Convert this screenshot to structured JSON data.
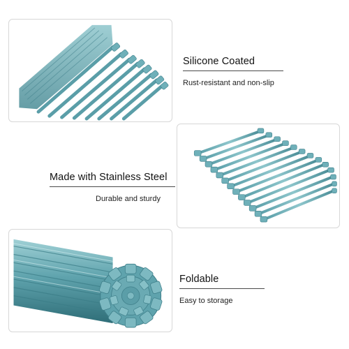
{
  "colors": {
    "rack_teal": "#5fa3ad",
    "rack_teal_dark": "#3f7f8a",
    "rack_teal_light": "#8ec6cc",
    "border": "#d7d7d7",
    "text": "#111111"
  },
  "features": [
    {
      "title": "Silicone Coated",
      "subtitle": "Rust-resistant and non-slip",
      "image_icon": "rolled-rack-partial-icon"
    },
    {
      "title": "Made with Stainless Steel",
      "subtitle": "Durable and sturdy",
      "image_icon": "flat-rack-icon"
    },
    {
      "title": "Foldable",
      "subtitle": "Easy to storage",
      "image_icon": "rolled-rack-end-icon"
    }
  ]
}
